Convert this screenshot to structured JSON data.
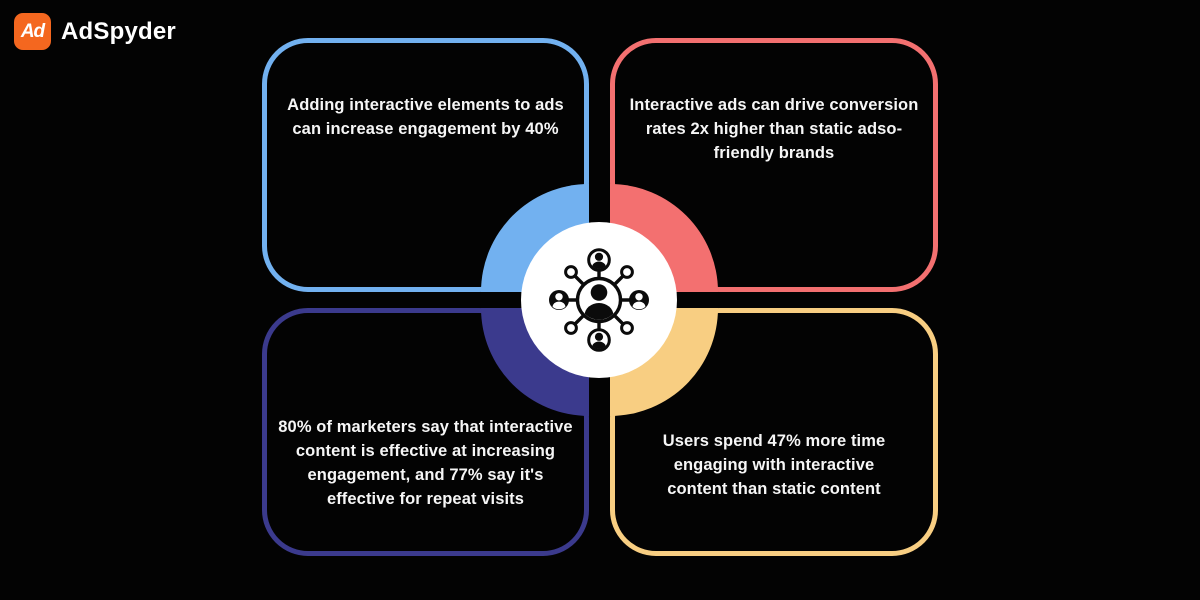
{
  "brand": {
    "icon_text": "Ad",
    "name": "AdSpyder"
  },
  "cards": [
    {
      "position": "top-left",
      "accent": "#72B1F0",
      "text": "Adding interactive elements to ads can increase engagement by 40%"
    },
    {
      "position": "top-right",
      "accent": "#F37070",
      "text": "Interactive ads can drive conversion rates 2x higher than static adso-friendly brands"
    },
    {
      "position": "bottom-left",
      "accent": "#3B3A8D",
      "text": "80% of marketers say that interactive content is effective at increasing engagement, and 77% say it's effective for repeat visits"
    },
    {
      "position": "bottom-right",
      "accent": "#F8CE82",
      "text": "Users spend 47% more time engaging with interactive content than static content"
    }
  ],
  "center": {
    "icon": "network-people-icon"
  },
  "colors": {
    "background": "#030303",
    "card-blue": "#72B1F0",
    "card-red": "#F37070",
    "card-indigo": "#3B3A8D",
    "card-yellow": "#F8CE82",
    "brand-orange": "#F4671F",
    "text": "#F6F6F6",
    "hub-bg": "#FFFFFF",
    "icon-ink": "#0B0B0B"
  }
}
